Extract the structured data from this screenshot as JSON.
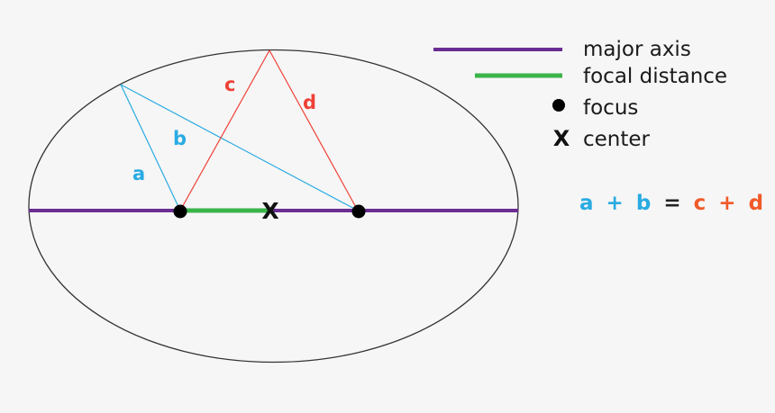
{
  "colors": {
    "background": "#f6f6f6",
    "ellipse": "#333333",
    "major_axis": "#6a2d91",
    "focal_distance": "#3bb44a",
    "ab_lines": "#29abe2",
    "cd_lines": "#ef4136",
    "eq_cd": "#f05a28",
    "focus": "#000000"
  },
  "diagram": {
    "labels": {
      "a": "a",
      "b": "b",
      "c": "c",
      "d": "d"
    },
    "center_marker": "X"
  },
  "legend": {
    "items": [
      {
        "symbol": "purple-line",
        "label": "major axis"
      },
      {
        "symbol": "green-line",
        "label": "focal distance"
      },
      {
        "symbol": "dot",
        "label": "focus"
      },
      {
        "symbol": "x",
        "label": "center",
        "glyph": "X"
      }
    ]
  },
  "equation": {
    "a": "a",
    "plus1": "+",
    "b": "b",
    "equals": "=",
    "c": "c",
    "plus2": "+",
    "d": "d"
  }
}
